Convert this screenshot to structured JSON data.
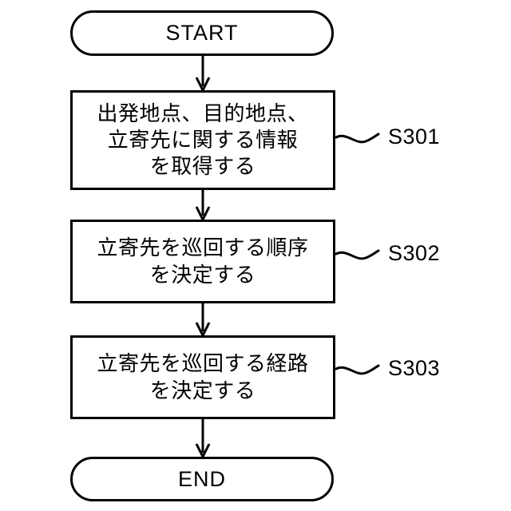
{
  "diagram": {
    "type": "flowchart",
    "orientation": "vertical",
    "stroke_color": "#000000",
    "background_color": "#ffffff",
    "nodes": [
      {
        "id": "start",
        "shape": "terminator",
        "label": "START"
      },
      {
        "id": "s301",
        "shape": "process",
        "label": "出発地点、目的地点、\n立寄先に関する情報\nを取得する",
        "step": "S301"
      },
      {
        "id": "s302",
        "shape": "process",
        "label": "立寄先を巡回する順序\nを決定する",
        "step": "S302"
      },
      {
        "id": "s303",
        "shape": "process",
        "label": "立寄先を巡回する経路\nを決定する",
        "step": "S303"
      },
      {
        "id": "end",
        "shape": "terminator",
        "label": "END"
      }
    ],
    "connectors": [
      {
        "from": "start",
        "to": "s301",
        "arrow": "down"
      },
      {
        "from": "s301",
        "to": "s302",
        "arrow": "down"
      },
      {
        "from": "s302",
        "to": "s303",
        "arrow": "down"
      },
      {
        "from": "s303",
        "to": "end",
        "arrow": "down"
      }
    ],
    "leader_lines": [
      {
        "target": "s301",
        "label": "S301",
        "style": "wavy"
      },
      {
        "target": "s302",
        "label": "S302",
        "style": "wavy"
      },
      {
        "target": "s303",
        "label": "S303",
        "style": "wavy"
      }
    ]
  }
}
